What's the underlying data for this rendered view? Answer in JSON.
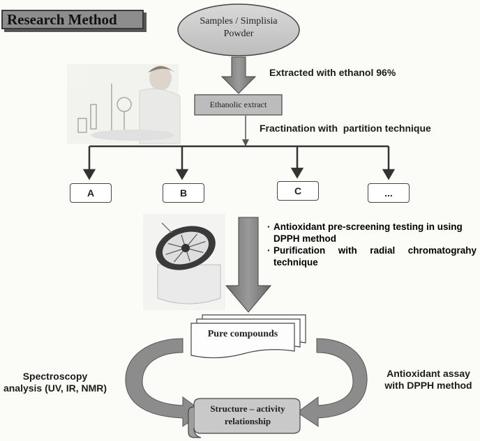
{
  "title": "Research Method",
  "nodes": {
    "samples": "Samples / Simplisia Powder",
    "extract": "Ethanolic extract",
    "pure": "Pure compounds",
    "structure": "Structure – activity relationship"
  },
  "steps": {
    "extraction": "Extracted with ethanol 96%",
    "fractionation": "Fractination with  partition technique"
  },
  "fractions": [
    "A",
    "B",
    "C",
    "..."
  ],
  "bullets": [
    "Antioxidant pre-screening testing in using DPPH method",
    "Purification with radial chromatograhy technique"
  ],
  "side_labels": {
    "left": "Spectroscopy analysis (UV, IR, NMR)",
    "right": "Antioxidant assay with DPPH method"
  }
}
